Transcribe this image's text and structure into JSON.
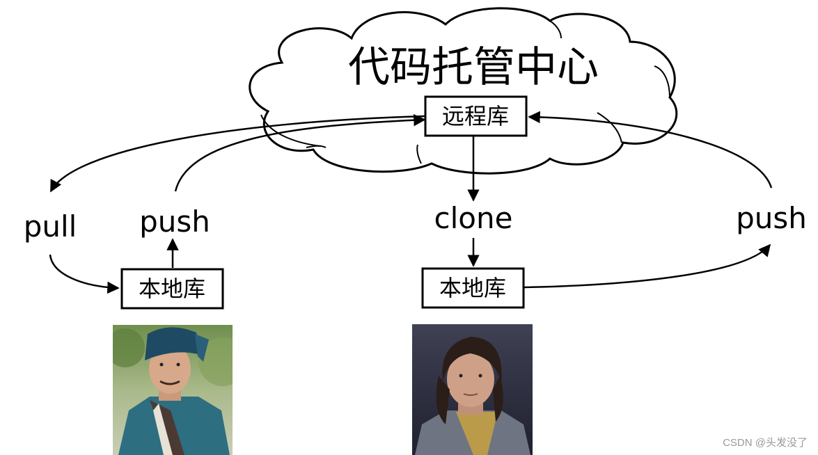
{
  "cloud": {
    "title": "代码托管中心"
  },
  "remote_repo": {
    "label": "远程库"
  },
  "left_side": {
    "pull_label": "pull",
    "push_label": "push",
    "local_repo_label": "本地库"
  },
  "right_side": {
    "clone_label": "clone",
    "push_label": "push",
    "local_repo_label": "本地库"
  },
  "watermark": "CSDN @头发没了",
  "colors": {
    "line": "#000000",
    "box_border": "#000000",
    "text": "#000000",
    "watermark": "#999999"
  }
}
